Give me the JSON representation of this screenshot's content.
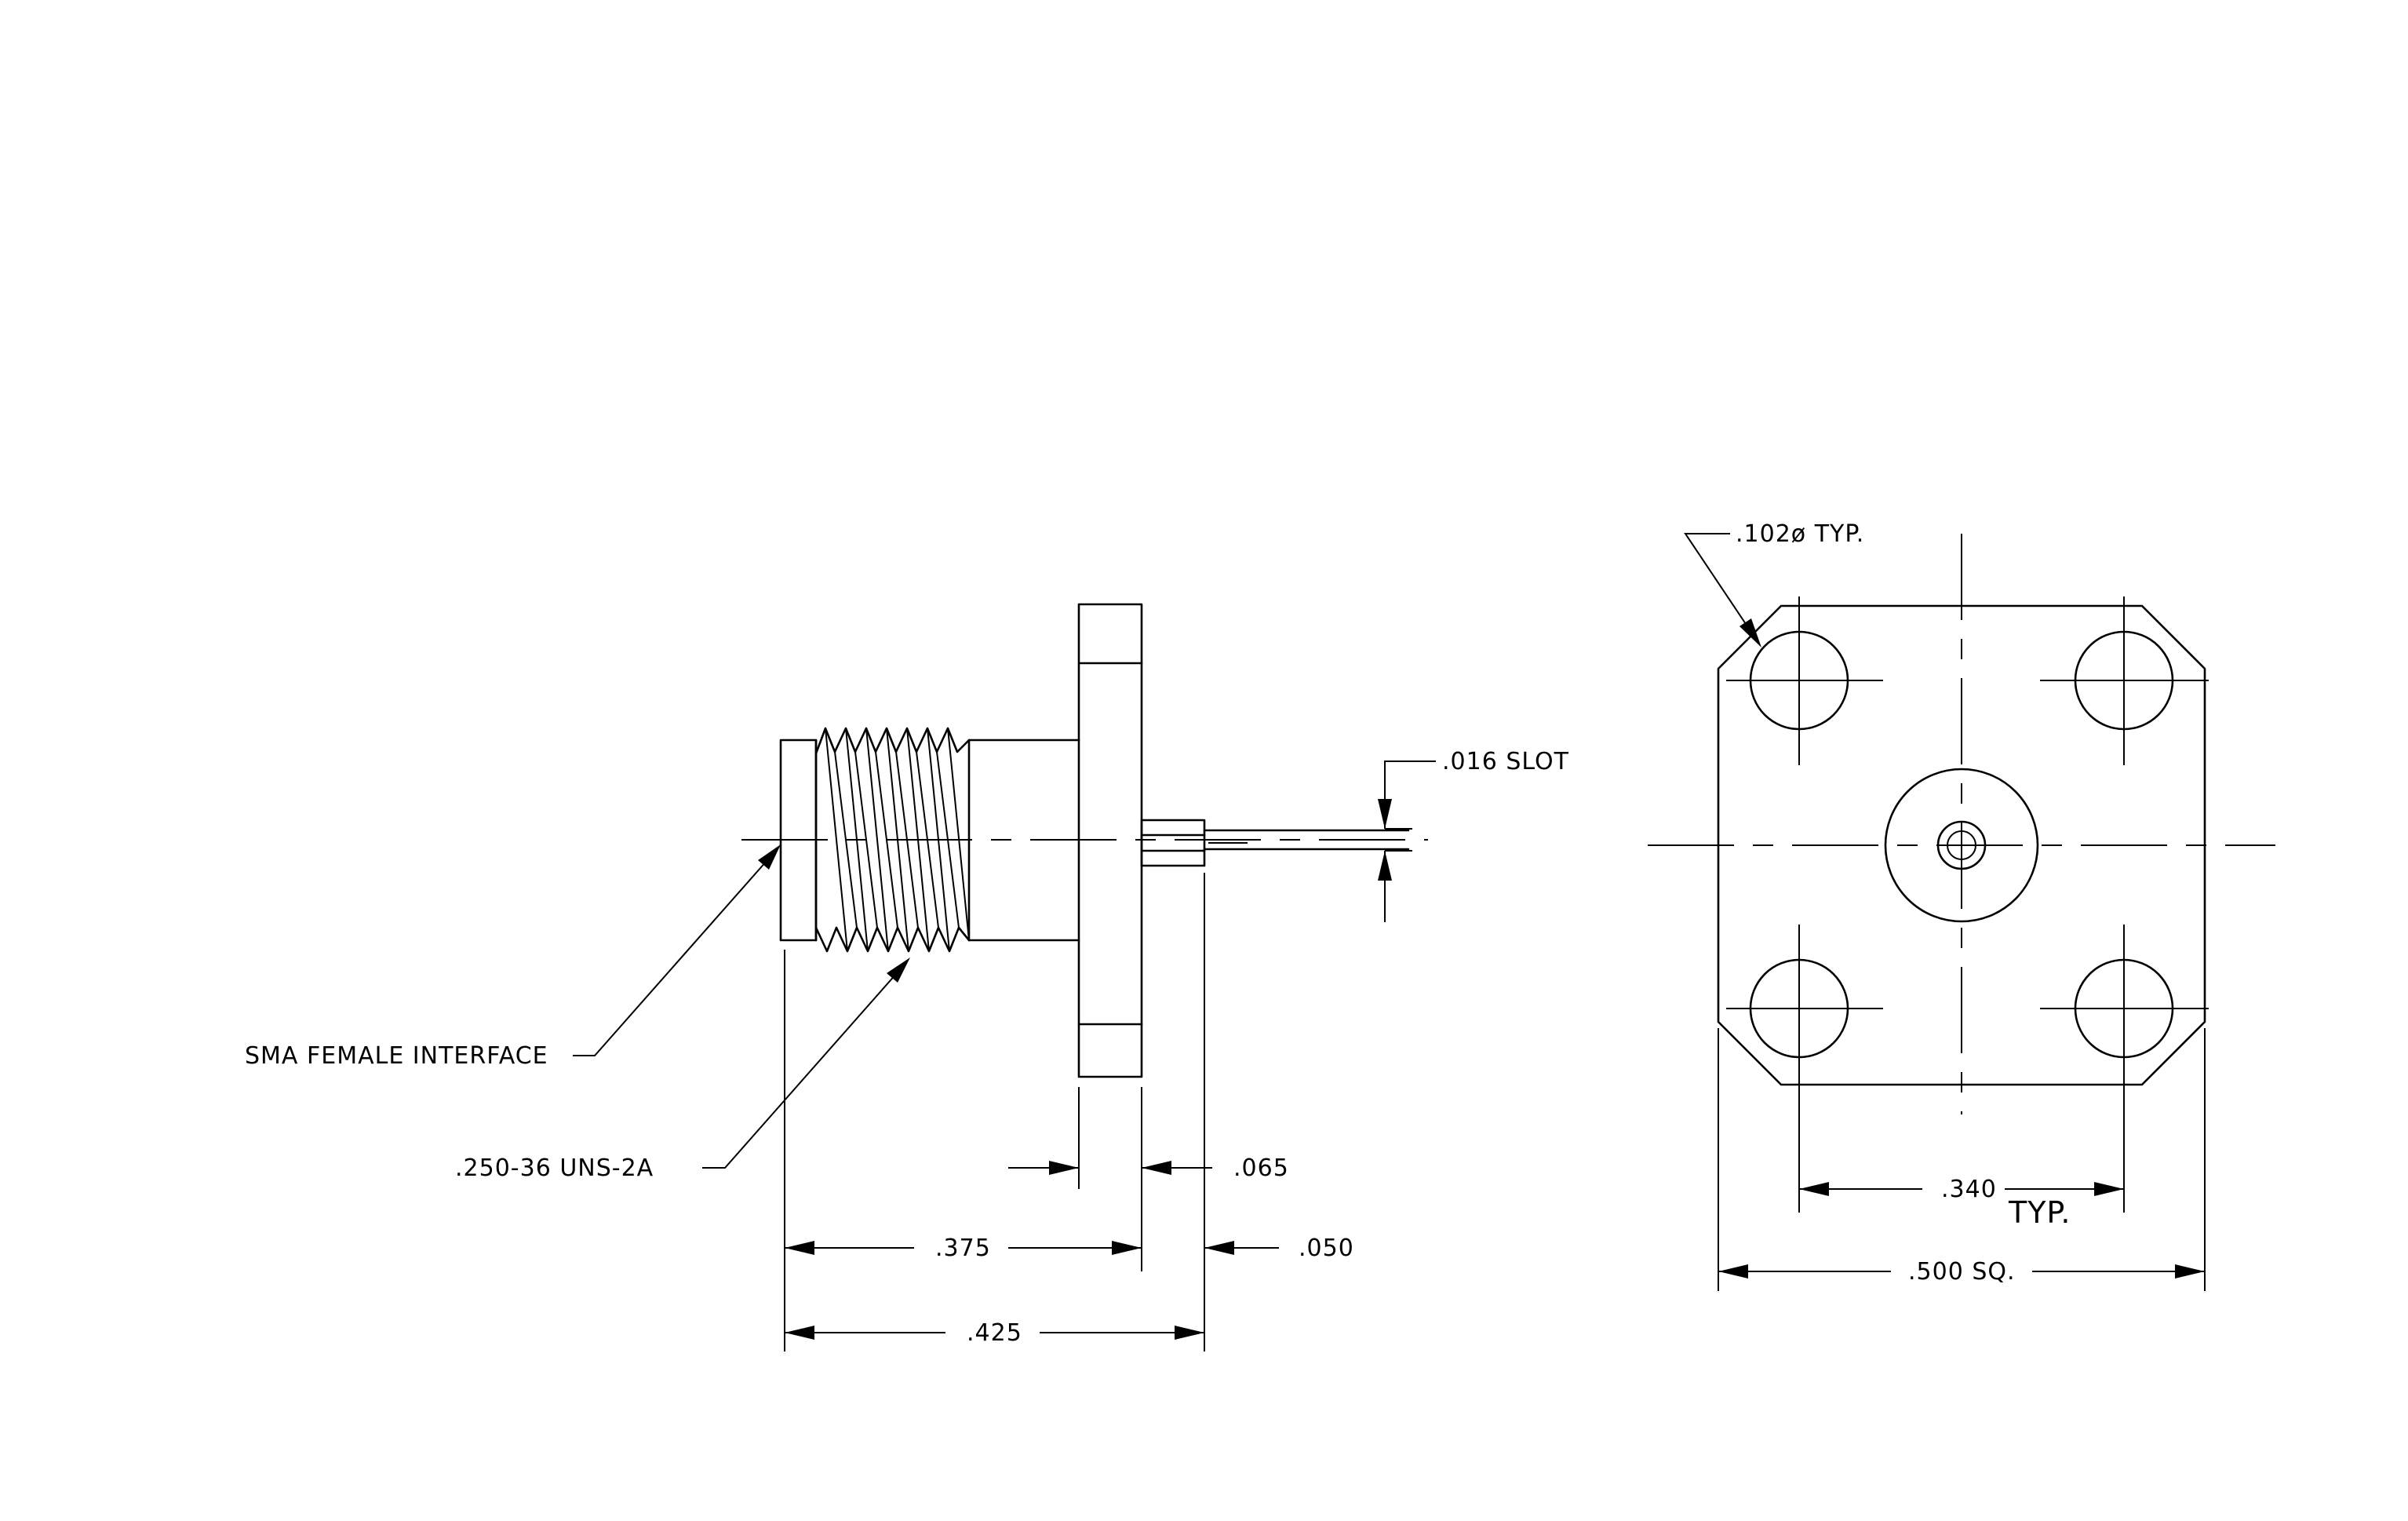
{
  "labels": {
    "sma_female_interface": "SMA FEMALE INTERFACE",
    "thread_spec": ".250-36 UNS-2A",
    "slot": ".016 SLOT",
    "hole_dia": ".102ø TYP.",
    "dim_065": ".065",
    "dim_050": ".050",
    "dim_375": ".375",
    "dim_425": ".425",
    "dim_340": ".340",
    "typ": "TYP.",
    "dim_500_sq": ".500 SQ."
  }
}
